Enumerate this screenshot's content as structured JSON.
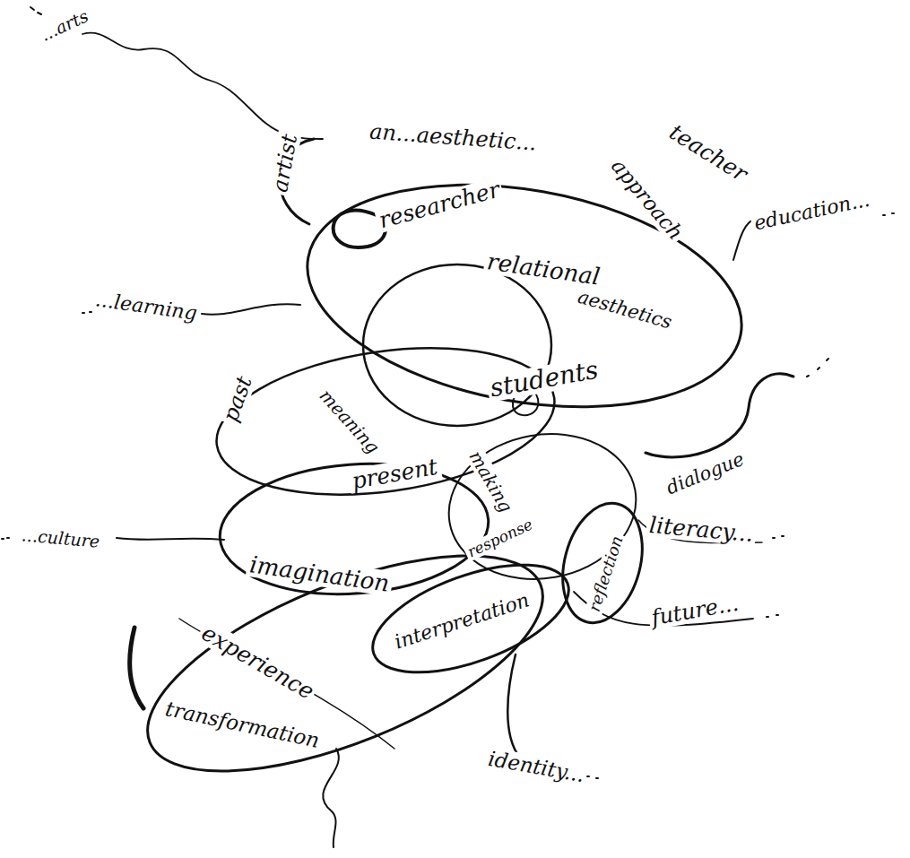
{
  "diagram": {
    "labels": [
      "...arts",
      "artist",
      "an...aesthetic...",
      "approach",
      "teacher",
      "education...",
      "researcher",
      "relational",
      "aesthetics",
      "...learning",
      "students",
      "past",
      "meaning",
      "making",
      "dialogue",
      "present",
      "literacy...",
      "...culture",
      "imagination",
      "response",
      "reflection",
      "interpretation",
      "future...",
      "experience",
      "transformation",
      "identity..."
    ]
  }
}
